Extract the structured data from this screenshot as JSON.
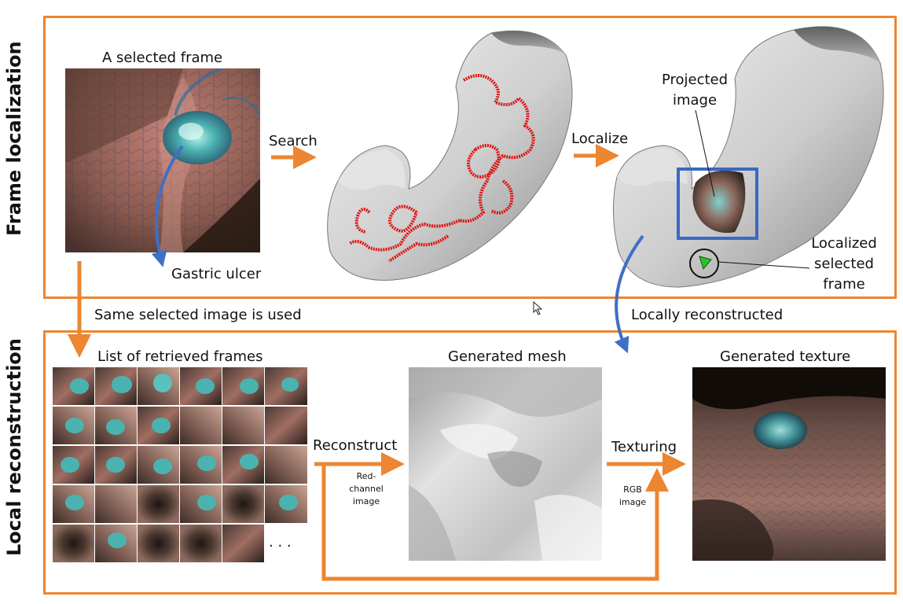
{
  "rows": {
    "top_title": "Frame localization",
    "bottom_title": "Local reconstruction"
  },
  "top": {
    "selected_frame_label": "A selected frame",
    "search_label": "Search",
    "localize_label": "Localize",
    "gastric_ulcer_label": "Gastric ulcer",
    "projected_image_line1": "Projected",
    "projected_image_line2": "image",
    "localized_line1": "Localized",
    "localized_line2": "selected",
    "localized_line3": "frame"
  },
  "between": {
    "same_image_label": "Same selected image is used",
    "locally_reconstructed_label": "Locally reconstructed"
  },
  "bottom": {
    "retrieved_frames_label": "List of retrieved frames",
    "generated_mesh_label": "Generated mesh",
    "generated_texture_label": "Generated texture",
    "reconstruct_label": "Reconstruct",
    "red_channel_line1": "Red-channel",
    "red_channel_line2": "image",
    "texturing_label": "Texturing",
    "rgb_line1": "RGB",
    "rgb_line2": "image",
    "ellipsis": ". . ."
  },
  "colors": {
    "panel_border": "#ec8631",
    "arrow_orange": "#ec8631",
    "arrow_blue": "#3f6fc6",
    "trajectory_red": "#e01010",
    "projection_box": "#3a68c4"
  }
}
